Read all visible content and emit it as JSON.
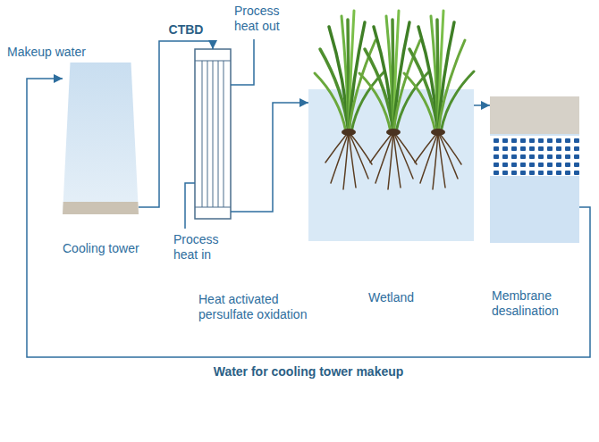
{
  "diagram": {
    "nodes": [
      {
        "text": [
          "Cooling tower"
        ]
      },
      {
        "text": [
          "Heat activated persulfate oxidation"
        ]
      },
      {
        "text": [
          "Wetland"
        ]
      },
      {
        "text": [
          "Membrane desalination"
        ]
      }
    ],
    "edges": [
      {
        "from": 0,
        "to": 1,
        "arrow": "to",
        "label": "CTBD"
      },
      {
        "from": 1,
        "to": 2,
        "arrow": "to"
      },
      {
        "from": 2,
        "to": 3,
        "arrow": "to"
      },
      {
        "from": 3,
        "to": 0,
        "arrow": "to",
        "label": "Water for cooling tower makeup"
      }
    ],
    "labels": [
      "Makeup water",
      "Process heat out",
      "Process heat in"
    ]
  }
}
